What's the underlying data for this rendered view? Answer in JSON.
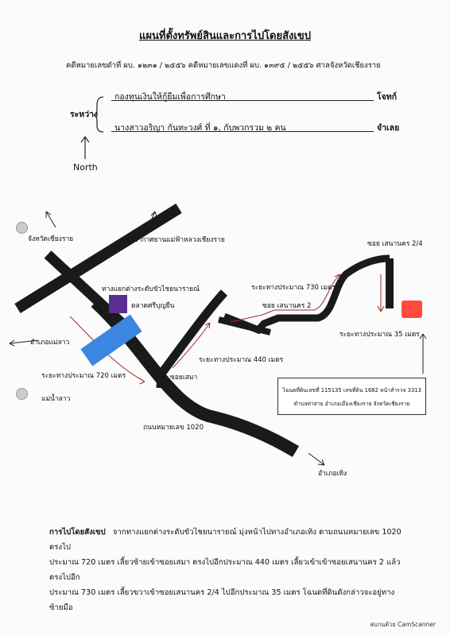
{
  "header": {
    "title": "แผนที่ตั้งทรัพย์สินและการไปโดยสังเขป",
    "case_line": "คดีหมายเลขดำที่  ผบ. ๑๒๓๑ / ๒๕๕๖ คดีหมายเลขแดงที่  ผบ. ๑๓๙๕ / ๒๕๕๖   ศาลจังหวัดเชียงราย"
  },
  "parties": {
    "label": "ระหว่าง",
    "plaintiff": "กองทุนเงินให้กู้ยืมเพื่อการศึกษา",
    "plaintiff_role": "โจทก์",
    "defendant": "นางสาวอริญา กันทะวงศ์ ที่ ๑, กับพวกรวม ๒ คน",
    "defendant_role": "จำเลย"
  },
  "compass": {
    "label": "North"
  },
  "map": {
    "labels": {
      "chiang_rai": "จังหวัดเชียงราย",
      "airport": "ท่าอากาศยานแม่ฟ้าหลวงเชียงราย",
      "junction": "ทางแยกต่างระดับขัวไชยนารายณ์",
      "market": "ตลาดศรีบุญยืน",
      "mae_lao_district": "อำเภอแม่ลาว",
      "mae_lao_river": "แม่น้ำลาว",
      "dist_720": "ระยะทางประมาณ 720 เมตร",
      "soi_sema": "ซอยเสมา",
      "dist_440": "ระยะทางประมาณ 440 เมตร",
      "dist_730": "ระยะทางประมาณ 730 เมตร",
      "soi_senanakhon_2": "ซอย เสนานคร 2",
      "soi_senanakhon_2_4": "ซอย เสนานคร 2/4",
      "dist_35": "ระยะทางประมาณ 35 เมตร",
      "highway": "ถนนหมายเลข 1020",
      "thoeng": "อำเภอเทิง"
    },
    "deed": {
      "line1": "โฉนดที่ดินเลขที่ 115135 เลขที่ดิน 1682 หน้าสำรวจ 3313",
      "line2": "ตำบลท่าสาย  อำเภอเมืองเชียงราย  จังหวัดเชียงราย"
    },
    "colors": {
      "road": "#1a1a1a",
      "route": "#a52a2a",
      "property": "#ff4a3d",
      "market": "#5c2d91",
      "junction": "#3b86e0"
    }
  },
  "directions": {
    "heading": "การไปโดยสังเขป",
    "line1": "จากทางแยกต่างระดับขัวไชยนารายณ์ มุ่งหน้าไปทางอำเภอเทิง ตามถนนหมายเลข 1020 ตรงไป",
    "line2": "ประมาณ 720 เมตร เลี้ยวซ้ายเข้าซอยเสมา ตรงไปอีกประมาณ 440 เมตร เลี้ยวเข้าเข้าซอยเสนานคร 2 แล้วตรงไปอีก",
    "line3": "ประมาณ 730 เมตร เลี้ยวขวาเข้าซอยเสนานคร 2/4 ไปอีกประมาณ 35 เมตร โฉนดที่ดินดังกล่าวจะอยู่ทางซ้ายมือ"
  },
  "footer": {
    "scanner": "สแกนด้วย CamScanner"
  }
}
